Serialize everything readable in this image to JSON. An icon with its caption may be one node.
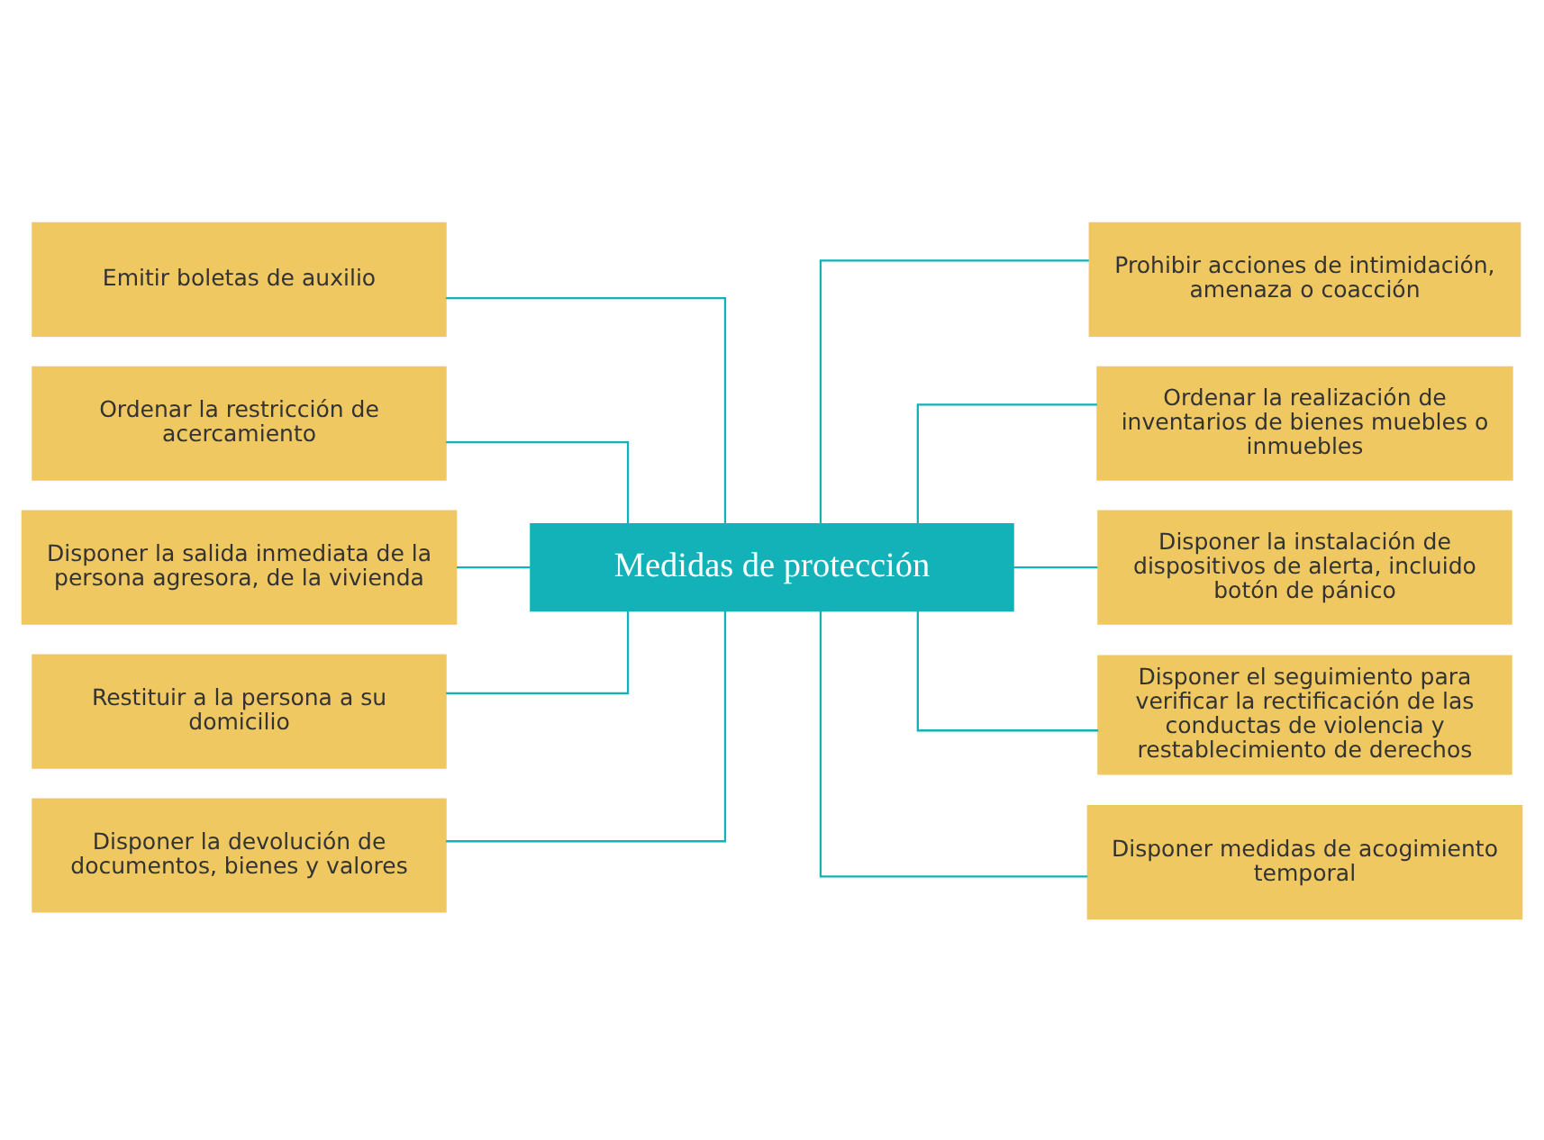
{
  "diagram": {
    "nodes": [
      {
        "text": [
          "Medidas de protección"
        ]
      },
      {
        "text": [
          "Emitir boletas de auxilio"
        ]
      },
      {
        "text": [
          "Prohibir acciones de intimidación, amenaza o coacción"
        ]
      },
      {
        "text": [
          "Ordenar la restricción de acercamiento"
        ]
      },
      {
        "text": [
          "Ordenar la realización de inventarios de bienes muebles o inmuebles"
        ]
      },
      {
        "text": [
          "Disponer la salida inmediata de la persona agresora, de la vivienda"
        ]
      },
      {
        "text": [
          "Disponer la instalación de dispositivos de alerta, incluido botón de pánico"
        ]
      },
      {
        "text": [
          "Restituir a la persona a su domicilio"
        ]
      },
      {
        "text": [
          "Disponer el seguimiento para verificar la rectificación de las conductas de violencia y restablecimiento de derechos"
        ]
      },
      {
        "text": [
          "Disponer la devolución de documentos, bienes y valores"
        ]
      },
      {
        "text": [
          "Disponer medidas de acogimiento temporal"
        ]
      }
    ],
    "edges": [
      {
        "from": 0,
        "to": 1,
        "arrow": "none"
      },
      {
        "from": 0,
        "to": 2,
        "arrow": "none"
      },
      {
        "from": 0,
        "to": 3,
        "arrow": "none"
      },
      {
        "from": 0,
        "to": 4,
        "arrow": "none"
      },
      {
        "from": 0,
        "to": 5,
        "arrow": "none"
      },
      {
        "from": 0,
        "to": 6,
        "arrow": "none"
      },
      {
        "from": 0,
        "to": 7,
        "arrow": "none"
      },
      {
        "from": 0,
        "to": 8,
        "arrow": "none"
      },
      {
        "from": 0,
        "to": 9,
        "arrow": "none"
      },
      {
        "from": 0,
        "to": 10,
        "arrow": "none"
      }
    ]
  }
}
